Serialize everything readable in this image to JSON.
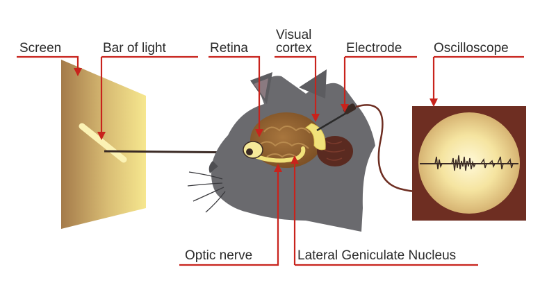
{
  "labels": {
    "screen": "Screen",
    "bar_of_light": "Bar of light",
    "retina": "Retina",
    "visual_cortex_line1": "Visual",
    "visual_cortex_line2": "cortex",
    "electrode": "Electrode",
    "oscilloscope": "Oscilloscope",
    "optic_nerve": "Optic nerve",
    "lgn": "Lateral Geniculate Nucleus"
  },
  "colors": {
    "pointer": "#c8231c",
    "cat_fur": "#6a6a6e",
    "brain": "#8a5a2a",
    "cortex_highlight": "#f1e27a",
    "screen_dark": "#a47a4a",
    "screen_light": "#f2e08a",
    "scope_frame": "#6e2e22",
    "cable": "#6e2e22"
  }
}
